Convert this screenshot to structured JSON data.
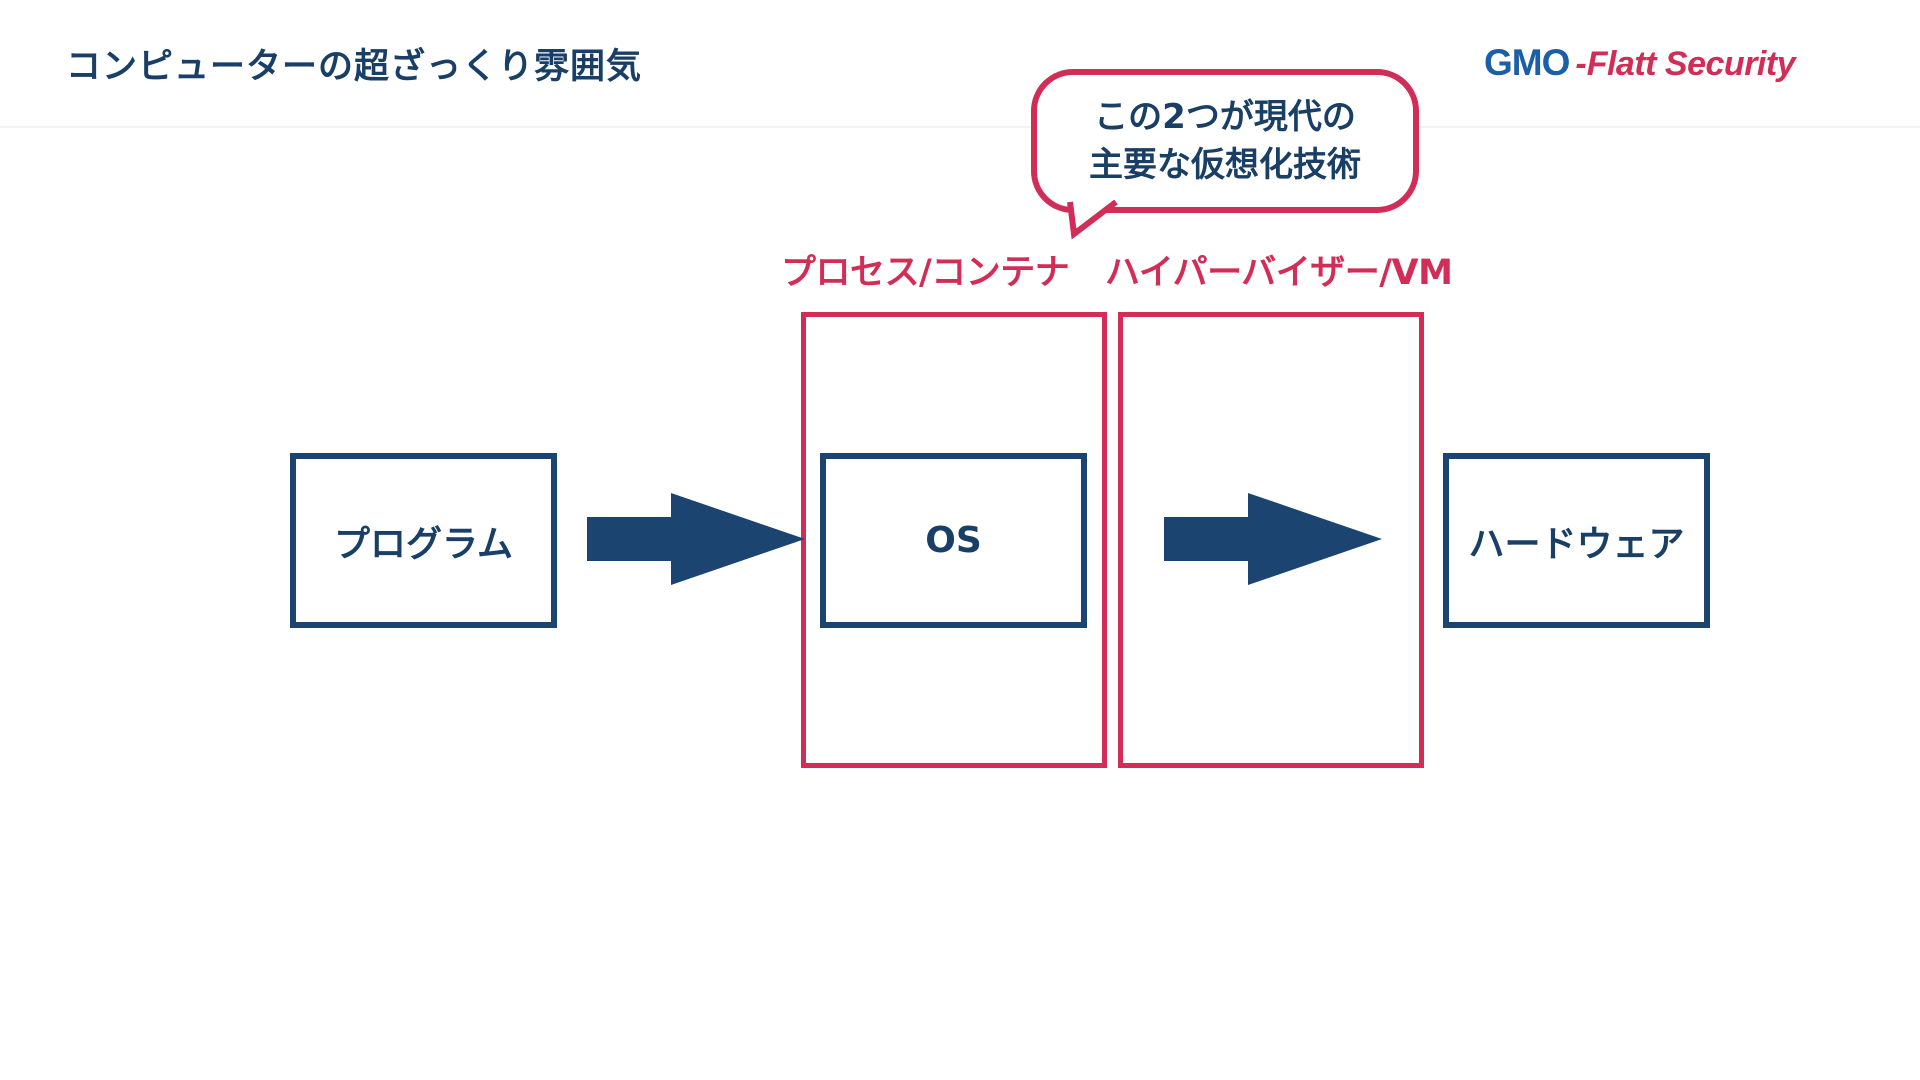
{
  "slide": {
    "title": "コンピューターの超ざっくり雰囲気"
  },
  "logo": {
    "gmo": "GMO",
    "flatt": "Flatt Security"
  },
  "callout": {
    "text": "この2つが現代の\n主要な仮想化技術"
  },
  "labels": {
    "process_container": "プロセス/コンテナ",
    "hypervisor_vm": "ハイパーバイザー/VM"
  },
  "boxes": {
    "program": "プログラム",
    "os": "OS",
    "hardware": "ハードウェア"
  },
  "colors": {
    "navy": "#1b4470",
    "accent_red": "#d22d56",
    "logo_blue": "#1b5fa8"
  }
}
